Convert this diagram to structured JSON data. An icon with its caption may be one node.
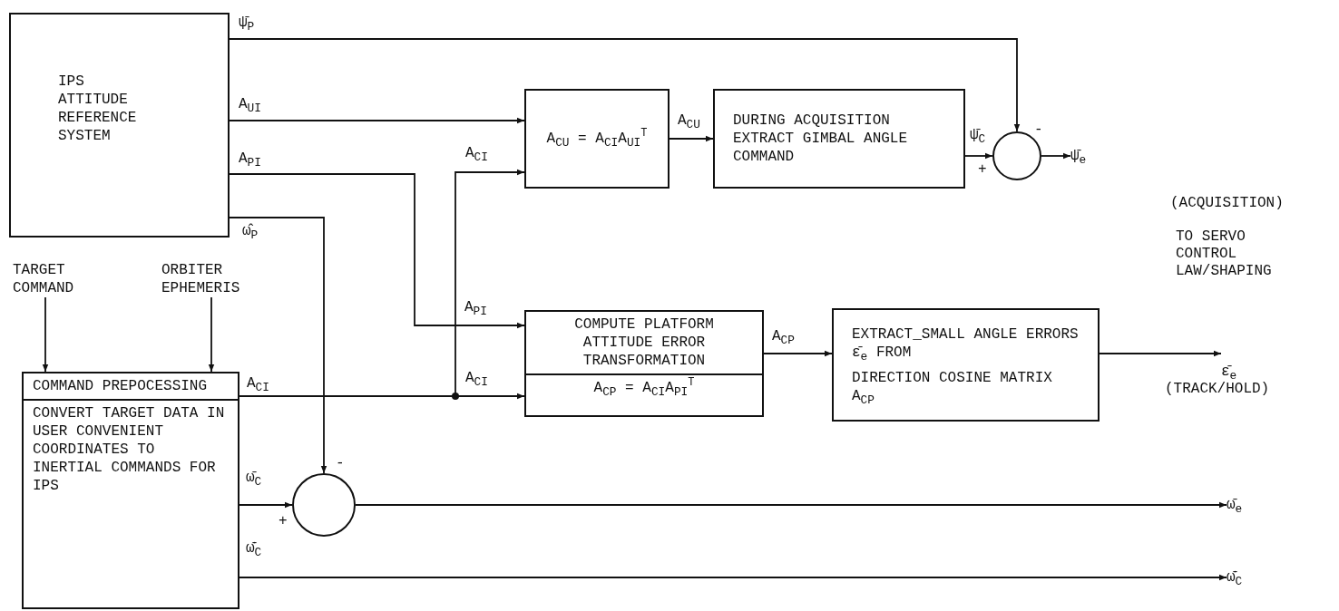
{
  "diagram": {
    "nodes": [
      {
        "text": [
          "IPS ATTITUDE REFERENCE SYSTEM"
        ]
      },
      {
        "text": [
          "TARGET COMMAND"
        ]
      },
      {
        "text": [
          "ORBITER EPHEMERIS"
        ]
      },
      {
        "text": [
          "COMMAND PREPOCESSING",
          "CONVERT TARGET DATA IN USER CONVENIENT COORDINATES TO INERTIAL COMMANDS FOR IPS"
        ]
      },
      {
        "text": [
          "A$_{CU}$ = A$_{CI}$A$_{UI}$$^{T}$"
        ]
      },
      {
        "text": [
          "DURING ACQUISITION EXTRACT GIMBAL ANGLE COMMAND"
        ]
      },
      {
        "text": [],
        "shape": "circle"
      },
      {
        "text": [
          "COMPUTE PLATFORM ATTITUDE ERROR TRANSFORMATION",
          "A$_{CP}$ = A$_{CI}$A$_{PI}$$^{T}$"
        ]
      },
      {
        "text": [
          "EXTRACT_SMALL ANGLE ERRORS ε̄$_{e}$ FROM",
          "DIRECTION COSINE MATRIX A$_{CP}$"
        ]
      },
      {
        "text": [],
        "shape": "circle"
      },
      {
        "text": [
          "ψ̄$_{e}$"
        ]
      },
      {
        "text": [
          "ε̄$_{e}$"
        ]
      },
      {
        "text": [
          "ω̄$_{e}$"
        ]
      },
      {
        "text": [
          "ω̄̇$_{C}$"
        ]
      }
    ],
    "edges": [
      {
        "from": 0,
        "to": 6,
        "arrow": "to",
        "label": "ψ̄$_{P}$"
      },
      {
        "from": 0,
        "to": 4,
        "arrow": "to",
        "label": "A$_{UI}$"
      },
      {
        "from": 0,
        "to": 7,
        "arrow": "to",
        "label": "A$_{PI}$"
      },
      {
        "from": 0,
        "to": 9,
        "arrow": "to",
        "label": "ω̂$_{P}$"
      },
      {
        "from": 1,
        "to": 3,
        "arrow": "to"
      },
      {
        "from": 2,
        "to": 3,
        "arrow": "to"
      },
      {
        "from": 3,
        "to": 4,
        "arrow": "to",
        "label": "A$_{CI}$"
      },
      {
        "from": 3,
        "to": 7,
        "arrow": "to",
        "label": "A$_{CI}$"
      },
      {
        "from": 4,
        "to": 5,
        "arrow": "to",
        "label": "A$_{CU}$"
      },
      {
        "from": 5,
        "to": 6,
        "arrow": "to",
        "label": "ψ̄$_{C}$"
      },
      {
        "from": 6,
        "to": 10,
        "arrow": "to"
      },
      {
        "from": 7,
        "to": 8,
        "arrow": "to",
        "label": "A$_{CP}$"
      },
      {
        "from": 8,
        "to": 11,
        "arrow": "to"
      },
      {
        "from": 3,
        "to": 9,
        "arrow": "to",
        "label": "ω̄$_{C}$"
      },
      {
        "from": 9,
        "to": 12,
        "arrow": "to"
      },
      {
        "from": 3,
        "to": 13,
        "arrow": "to",
        "label": "ω̄̇$_{C}$"
      }
    ],
    "labels": [
      "-",
      "+",
      "(ACQUISITION)",
      "TO SERVO CONTROL LAW/SHAPING",
      "A$_{PI}$",
      "A$_{CI}$",
      "(TRACK/HOLD)",
      "-",
      "+"
    ]
  }
}
